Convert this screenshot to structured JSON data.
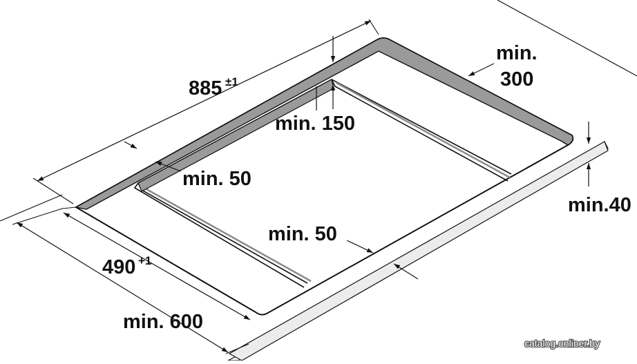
{
  "diagram": {
    "dimensions": {
      "width": {
        "value": "885",
        "tolerance": "±1"
      },
      "depth": {
        "value": "490",
        "tolerance": "+1"
      },
      "min_600": "min. 600",
      "min_300_line1": "min.",
      "min_300_line2": "300",
      "min_150": "min. 150",
      "min_50_left": "min. 50",
      "min_50_front": "min. 50",
      "min_40": "min.40"
    },
    "watermark": "catalog.onliner.by",
    "colors": {
      "line": "#111111",
      "frame_fill": "#9a9a9a",
      "counter_edge": "#e6e6e6",
      "watermark_shadow": "#555555"
    }
  }
}
